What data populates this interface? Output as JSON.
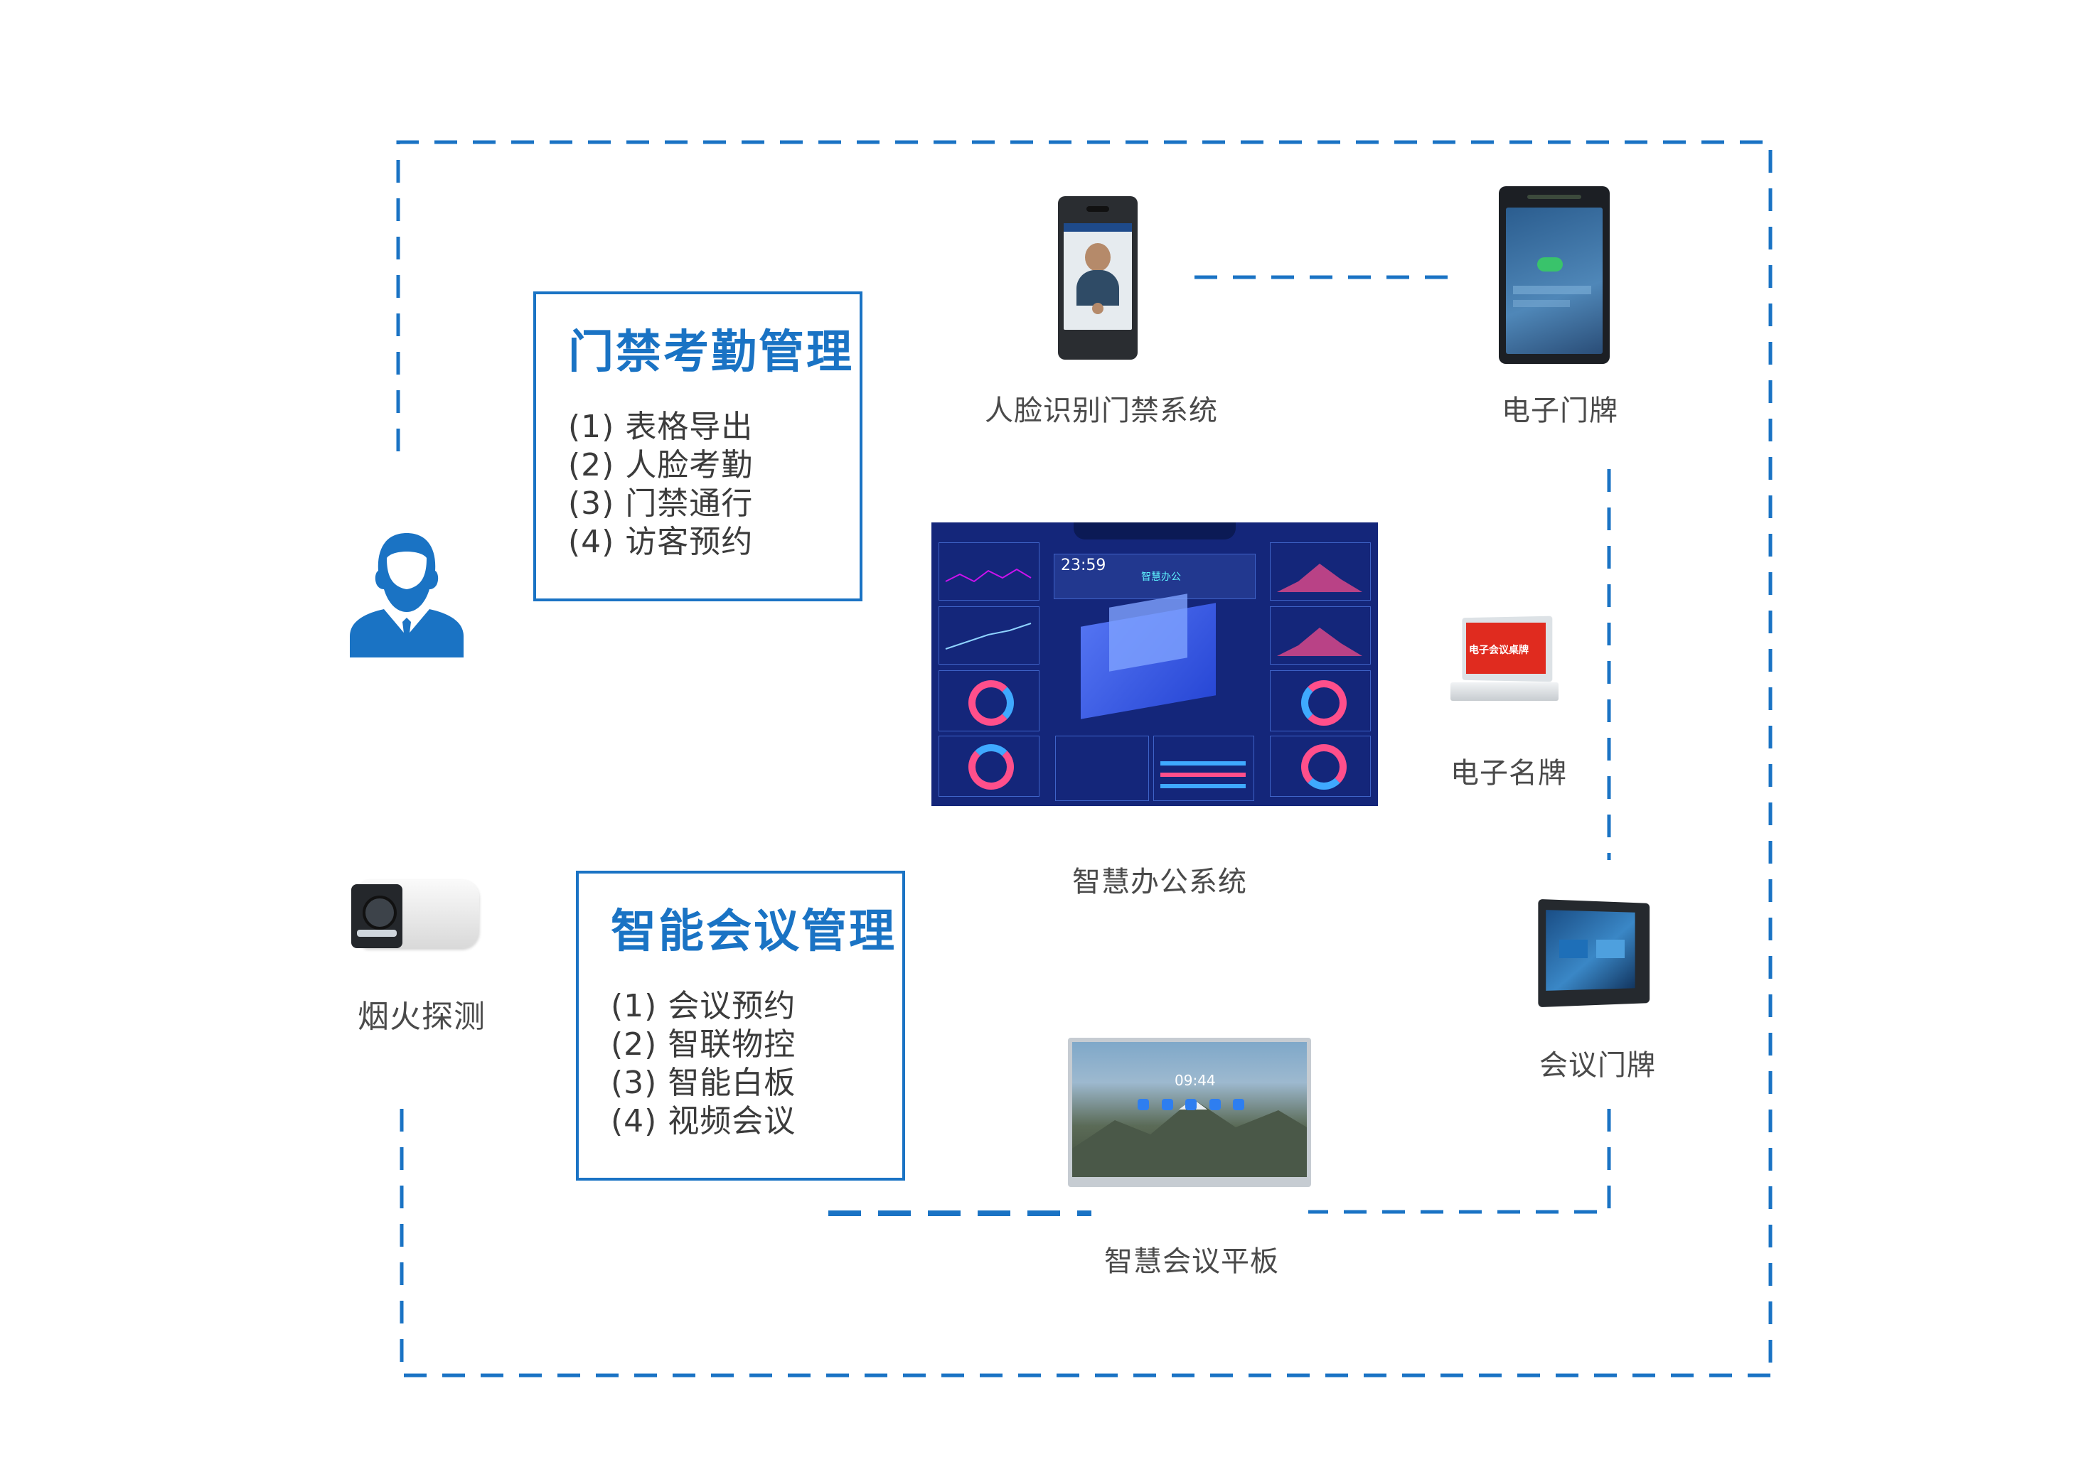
{
  "colors": {
    "accent": "#1a73c4",
    "text": "#4a4a4a",
    "dash": "#1a73c4",
    "dashboard_bg": "#14267a"
  },
  "boxes": {
    "access": {
      "title": "门禁考勤管理",
      "items": [
        "(1) 表格导出",
        "(2) 人脸考勤",
        "(3) 门禁通行",
        "(4) 访客预约"
      ]
    },
    "meeting": {
      "title": "智能会议管理",
      "items": [
        "(1) 会议预约",
        "(2) 智联物控",
        "(3) 智能白板",
        "(4) 视频会议"
      ]
    }
  },
  "devices": {
    "face": "人脸识别门禁系统",
    "door_sign": "电子门牌",
    "dashboard": "智慧办公系统",
    "name_card": "电子名牌",
    "smoke": "烟火探测",
    "meeting_door": "会议门牌",
    "panel": "智慧会议平板"
  },
  "screens": {
    "dashboard_time": "23:59",
    "dashboard_banner": "智慧办公",
    "name_card_text": "电子会议桌牌",
    "panel_time": "09:44"
  },
  "icons": [
    "user-icon",
    "camera-icon",
    "face-terminal-icon",
    "door-sign-icon",
    "name-card-icon",
    "meeting-door-icon",
    "panel-icon",
    "dashboard-icon"
  ]
}
